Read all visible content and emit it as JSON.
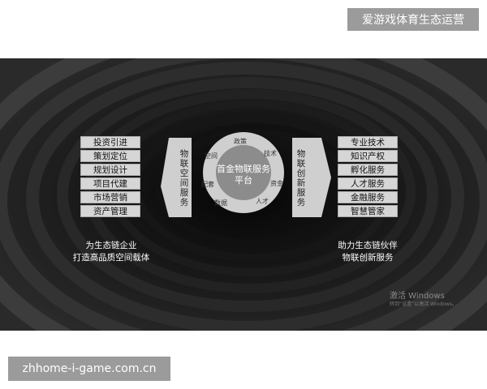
{
  "top_badge": "爱游戏体育生态运营",
  "left_list": [
    "投资引进",
    "策划定位",
    "规划设计",
    "项目代建",
    "市场营销",
    "资产管理"
  ],
  "left_vertical": "物联空间服务",
  "center_title": "首金物联服务平台",
  "ring_labels": [
    "政策",
    "技术",
    "资金",
    "人才",
    "数据",
    "配套",
    "空间"
  ],
  "right_vertical": "物联创新服务",
  "right_list": [
    "专业技术",
    "知识产权",
    "孵化服务",
    "人才服务",
    "金融服务",
    "智慧管家"
  ],
  "left_caption": [
    "为生态链企业",
    "打造高品质空间载体"
  ],
  "right_caption": [
    "助力生态链伙伴",
    "物联创新服务"
  ],
  "watermark_title": "激活 Windows",
  "watermark_sub": "转到“设置”以激活 Windows。",
  "url_badge": "zhhome-i-game.com.cn",
  "colors": {
    "banner_bg": "#1a1a1a",
    "badge_bg": "#9b9b9b",
    "list_item_bg": "#d6d6d6",
    "ring_outer": "#cfcfcf",
    "ring_inner": "#8c8c8c"
  }
}
